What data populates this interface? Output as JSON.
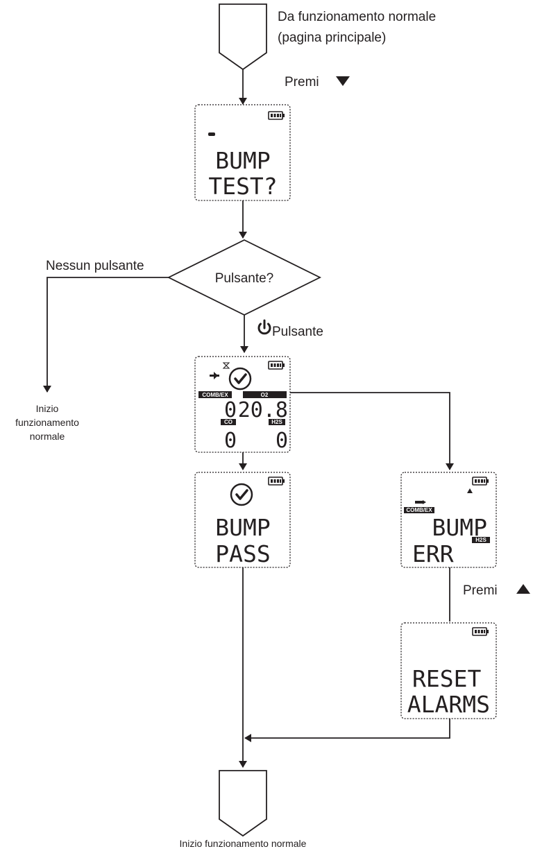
{
  "start_label_line1": "Da funzionamento normale",
  "start_label_line2": "(pagina principale)",
  "press_down_label": "Premi",
  "screen_bump_test": {
    "line1": "BUMP",
    "line2": "TEST?"
  },
  "decision": {
    "label": "Pulsante?",
    "no_button_label": "Nessun pulsante",
    "power_button_label": "Pulsante"
  },
  "left_end_label": [
    "Inizio",
    "funzionamento",
    "normale"
  ],
  "screen_readings": {
    "tags": {
      "comb": "COMB/EX",
      "o2": "O2",
      "co": "CO",
      "h2s": "H2S"
    },
    "values": {
      "comb": "0",
      "o2": "20.8",
      "co": "0",
      "h2s": "0"
    }
  },
  "screen_pass": {
    "line1": "BUMP",
    "line2": "PASS"
  },
  "screen_err": {
    "tag_comb": "COMB/EX",
    "tag_h2s": "H2S",
    "line1": "BUMP",
    "line2": "ERR"
  },
  "press_up_label": "Premi",
  "screen_reset": {
    "line1": "RESET",
    "line2": "ALARMS"
  },
  "end_label": "Inizio funzionamento normale",
  "icons": {
    "down_triangle": "down-triangle-icon",
    "up_triangle": "up-triangle-icon",
    "power": "power-icon",
    "battery": "battery-icon",
    "checkmark": "checkmark-circle-icon",
    "hourglass": "hourglass-icon",
    "warning": "warning-icon",
    "pump": "pump-icon"
  },
  "colors": {
    "ink": "#231f20",
    "background": "#ffffff"
  }
}
